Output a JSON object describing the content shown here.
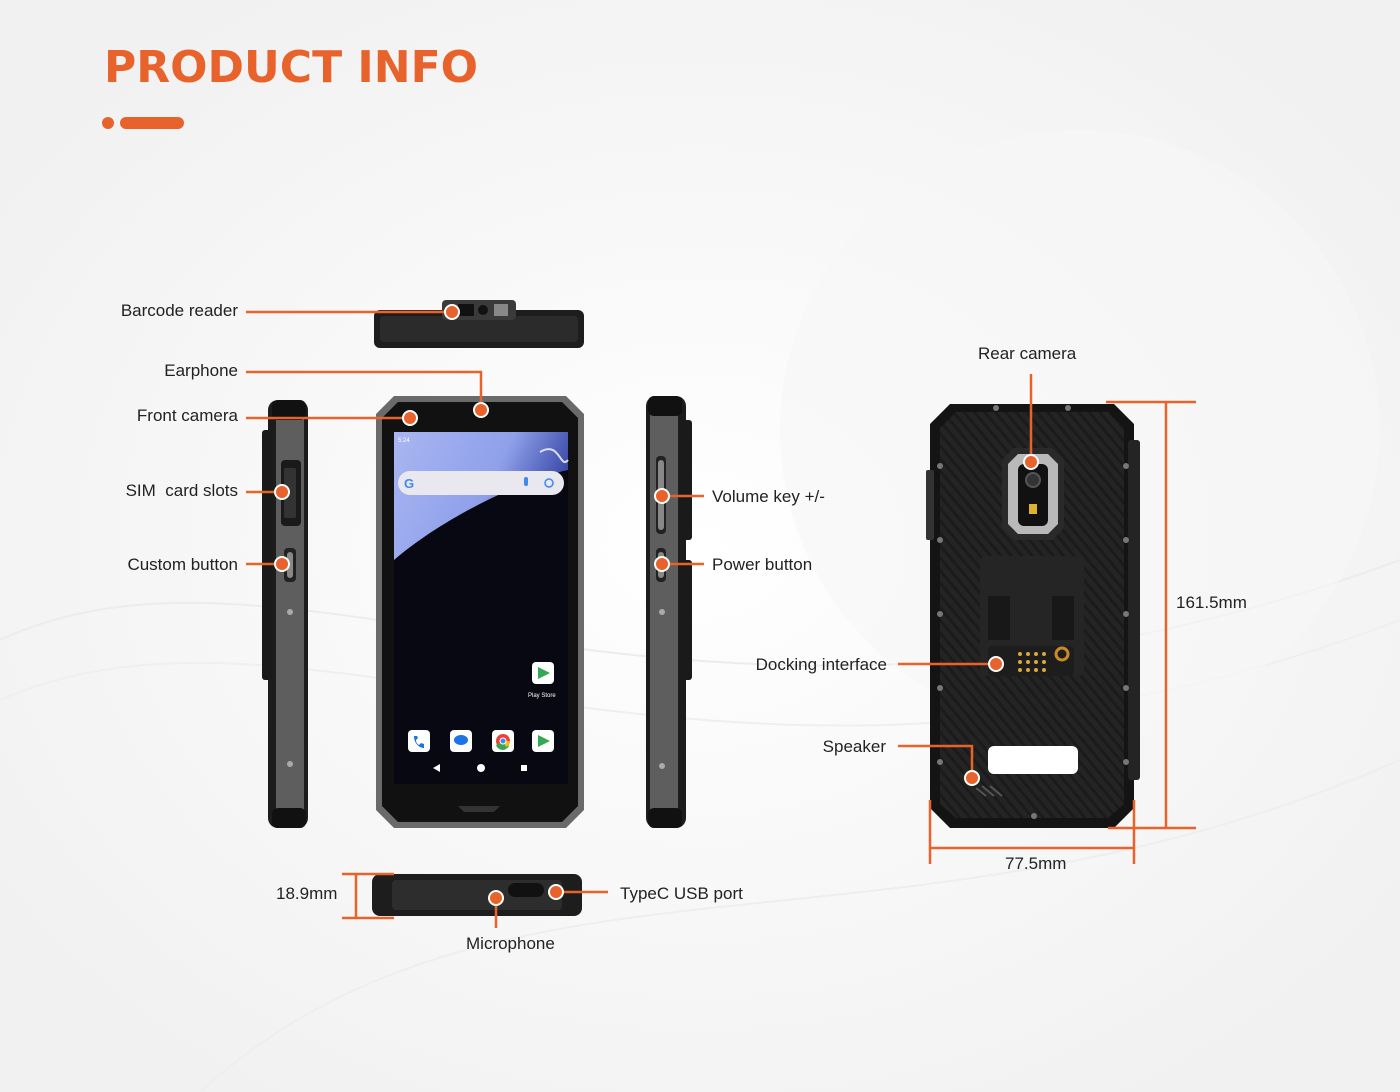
{
  "header": {
    "title": "PRODUCT INFO"
  },
  "callouts": {
    "barcode_reader": "Barcode reader",
    "earphone": "Earphone",
    "front_camera": "Front camera",
    "sim_card_slots": "SIM  card slots",
    "custom_button": "Custom button",
    "volume_key": "Volume key +/-",
    "power_button": "Power button",
    "rear_camera": "Rear camera",
    "docking_interface": "Docking interface",
    "speaker": "Speaker",
    "typec_usb_port": "TypeC USB port",
    "microphone": "Microphone"
  },
  "dimensions": {
    "thickness": "18.9mm",
    "height": "161.5mm",
    "width": "77.5mm"
  },
  "screen": {
    "time": "5:24",
    "play_store_label": "Play Store"
  },
  "colors": {
    "accent": "#e8622c",
    "device_body": "#1e1e1e",
    "frame_gray": "#6a6a6a"
  },
  "icons": [
    "google-g-icon",
    "mic-icon",
    "lens-icon",
    "play-store-icon",
    "phone-icon",
    "messages-icon",
    "chrome-icon",
    "back-icon",
    "home-icon",
    "recents-icon"
  ]
}
